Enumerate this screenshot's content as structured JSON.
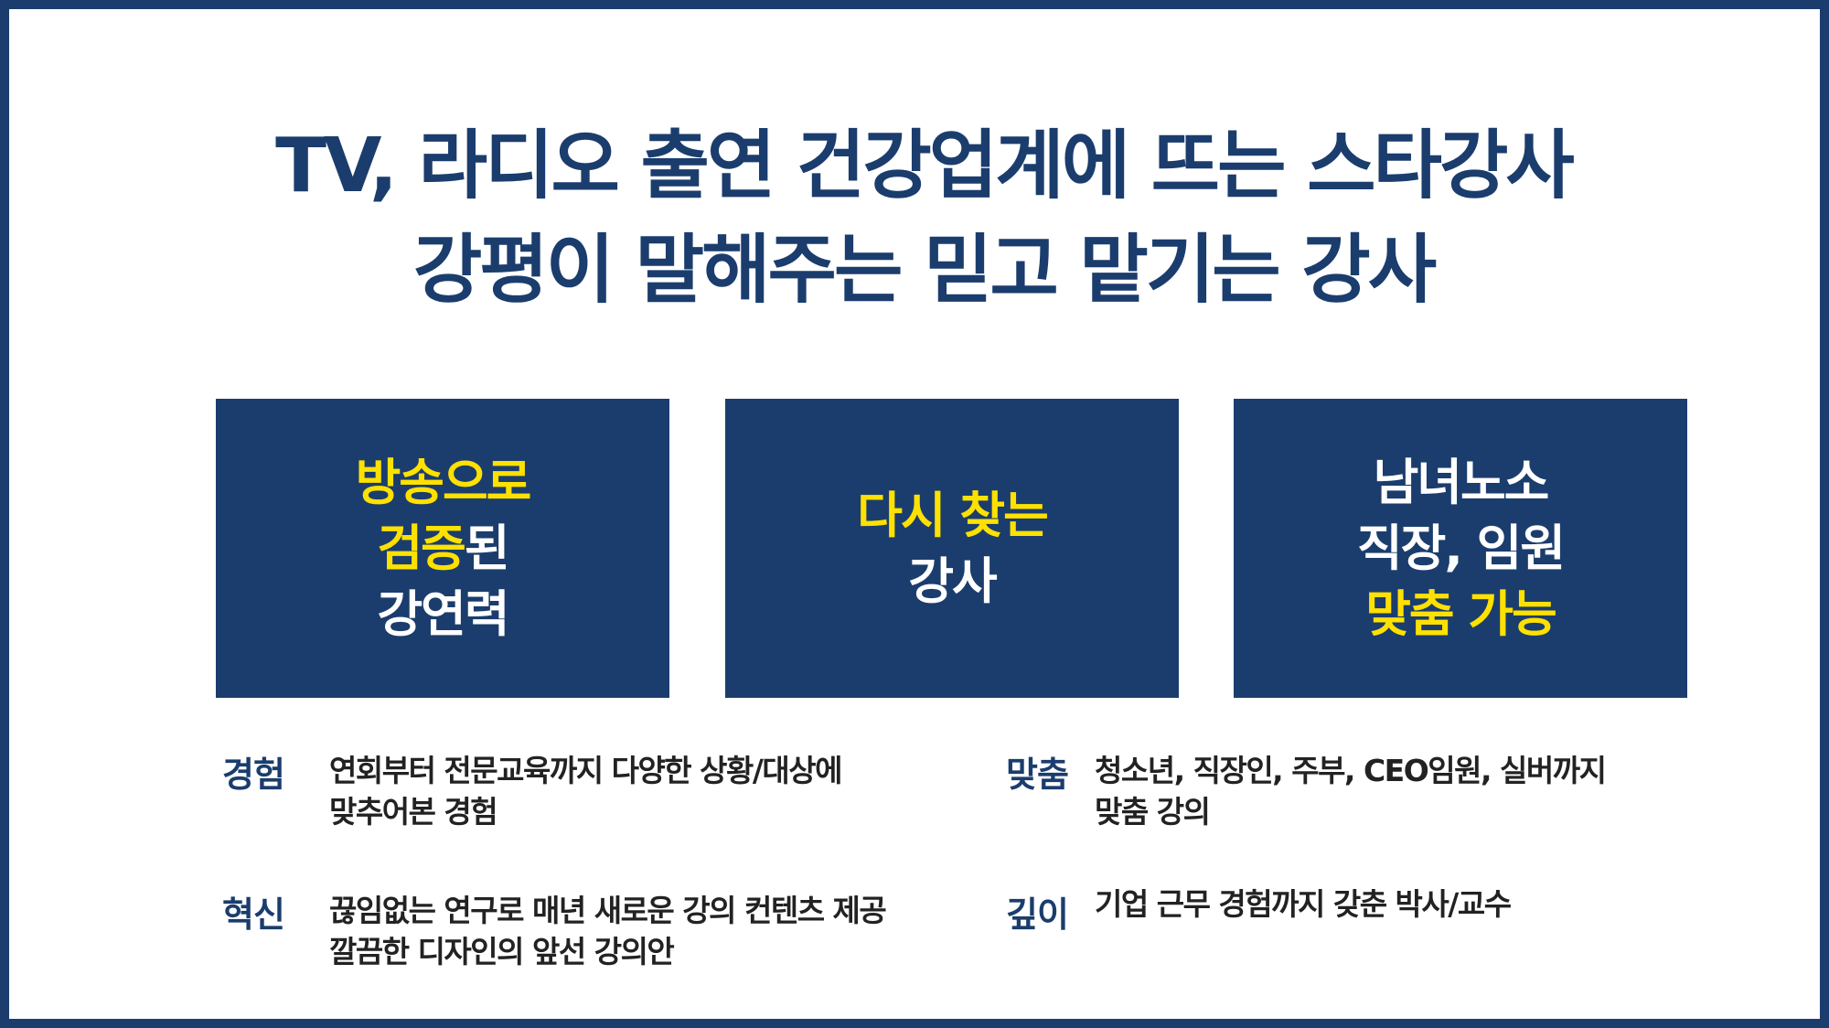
{
  "headline": {
    "line1": "TV, 라디오 출연 건강업계에 뜨는 스타강사",
    "line2": "강평이 말해주는 믿고 맡기는 강사"
  },
  "boxes": [
    {
      "lines": [
        {
          "parts": [
            {
              "text": "방송으로",
              "color": "#ffe100"
            }
          ]
        },
        {
          "parts": [
            {
              "text": "검증",
              "color": "#ffe100"
            },
            {
              "text": "된",
              "color": "#ffffff"
            }
          ]
        },
        {
          "parts": [
            {
              "text": "강연력",
              "color": "#ffffff"
            }
          ]
        }
      ]
    },
    {
      "lines": [
        {
          "parts": [
            {
              "text": "다시 찾는",
              "color": "#ffe100"
            }
          ]
        },
        {
          "parts": [
            {
              "text": "강사",
              "color": "#ffffff"
            }
          ]
        }
      ]
    },
    {
      "lines": [
        {
          "parts": [
            {
              "text": "남녀노소",
              "color": "#ffffff"
            }
          ]
        },
        {
          "parts": [
            {
              "text": "직장, 임원",
              "color": "#ffffff"
            }
          ]
        },
        {
          "parts": [
            {
              "text": "맞춤 가능",
              "color": "#ffe100"
            }
          ]
        }
      ]
    }
  ],
  "features": {
    "experience": {
      "label": "경험",
      "line1": "연회부터 전문교육까지 다양한 상황/대상에",
      "line2": "맞추어본 경험"
    },
    "innovation": {
      "label": "혁신",
      "line1": "끊임없는 연구로 매년 새로운 강의 컨텐츠 제공",
      "line2": "깔끔한 디자인의 앞선 강의안"
    },
    "custom": {
      "label": "맞춤",
      "line1": "청소년, 직장인, 주부, CEO임원, 실버까지",
      "line2": "맞춤 강의"
    },
    "depth": {
      "label": "깊이",
      "line1": "기업 근무 경험까지 갖춘 박사/교수"
    }
  },
  "colors": {
    "navy": "#1b3d6d",
    "accent_yellow": "#ffe100",
    "background": "#ffffff"
  }
}
